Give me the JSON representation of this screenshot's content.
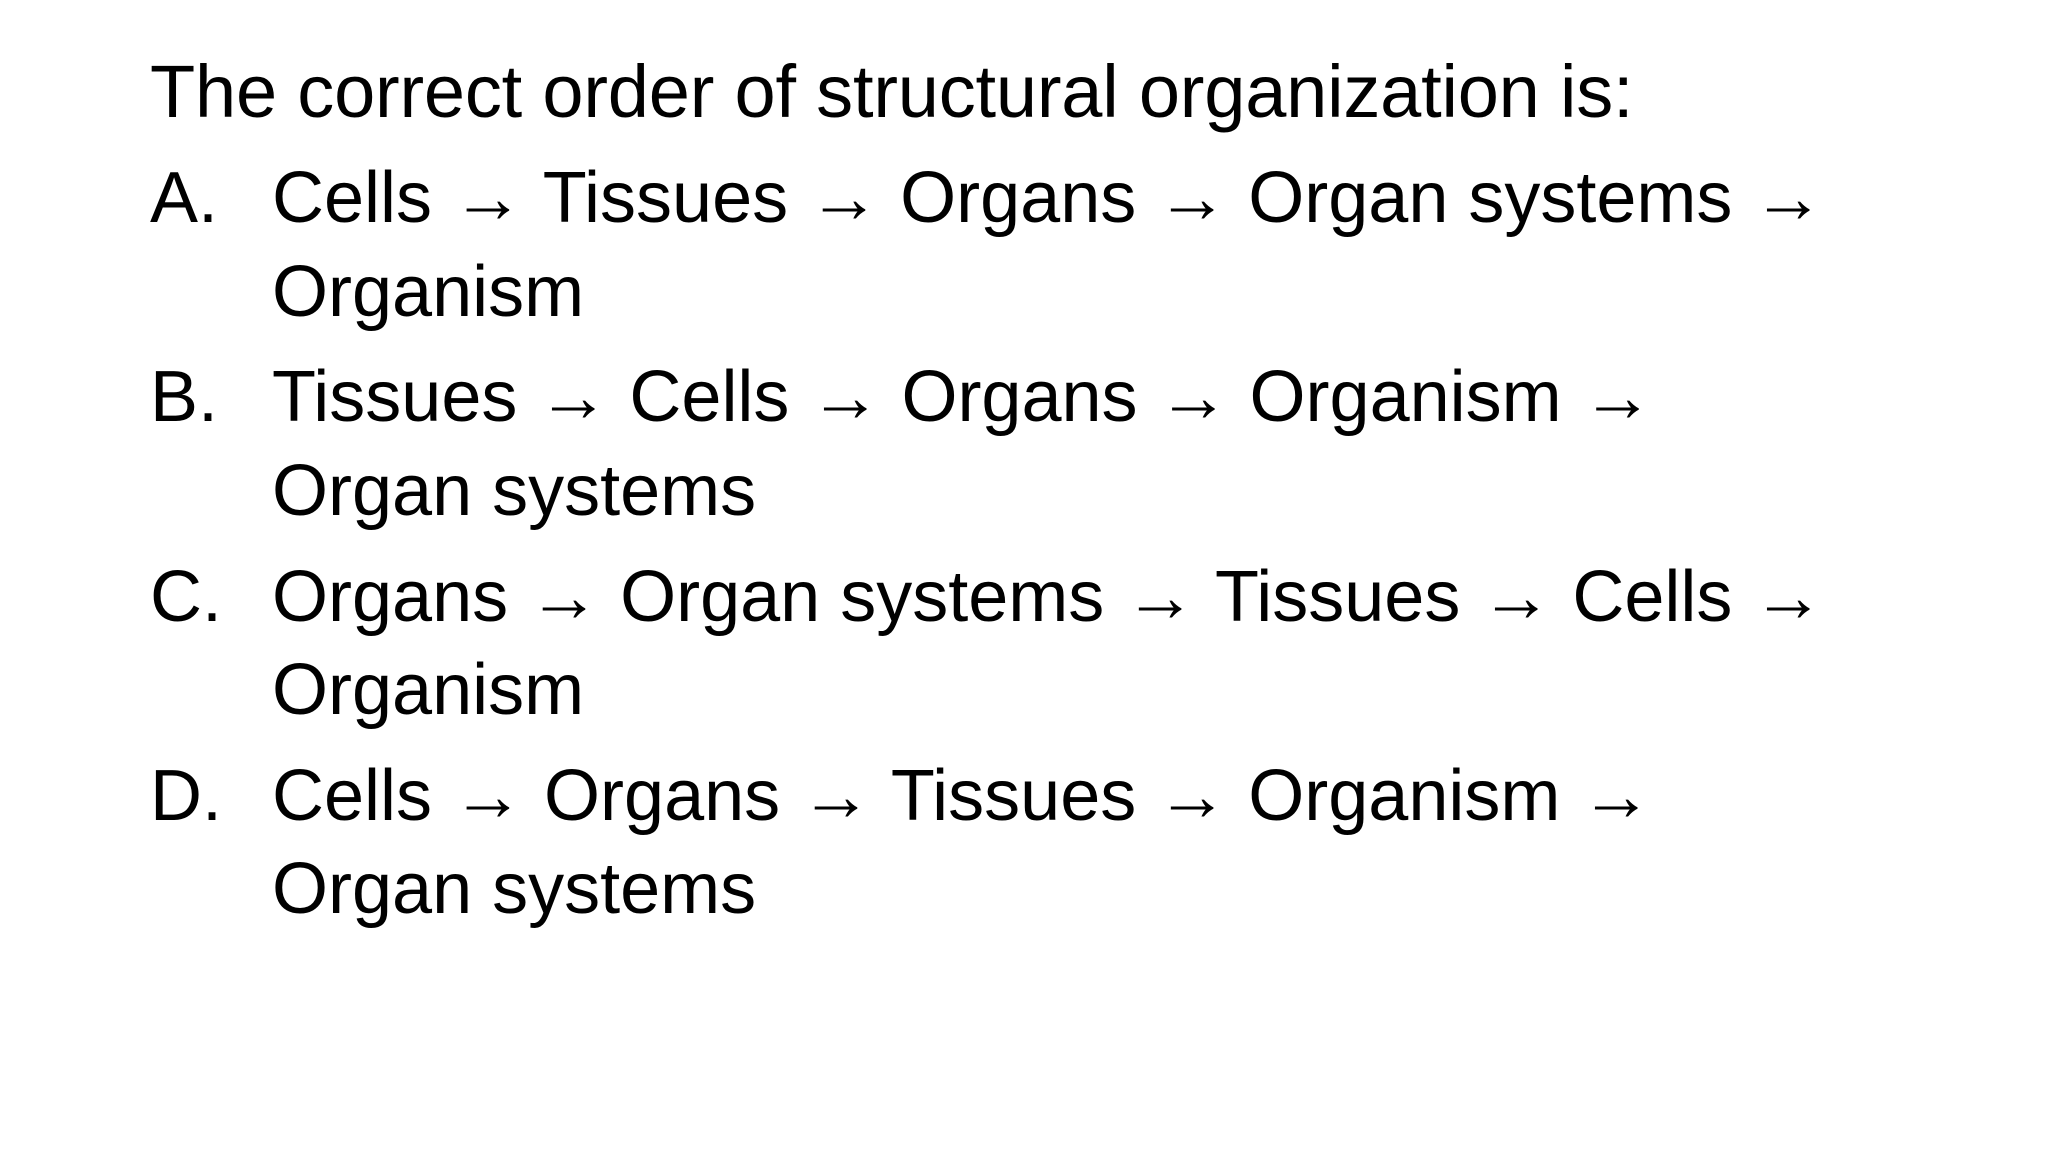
{
  "slide": {
    "background_color": "#ffffff",
    "text_color": "#000000",
    "title": "The correct order of structural organization is:",
    "options": [
      {
        "marker": "A.",
        "text": "Cells → Tissues → Organs → Organ systems → Organism"
      },
      {
        "marker": "B.",
        "text": "Tissues → Cells → Organs → Organism → Organ systems"
      },
      {
        "marker": "C.",
        "text": "Organs → Organ systems → Tissues → Cells → Organism"
      },
      {
        "marker": "D.",
        "text": "Cells → Organs → Tissues → Organism → Organ systems"
      }
    ]
  }
}
